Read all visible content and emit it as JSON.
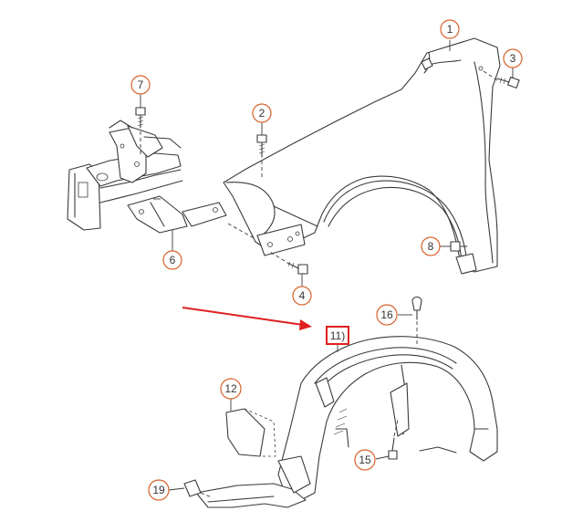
{
  "callouts": [
    {
      "id": "c1",
      "label": "1"
    },
    {
      "id": "c2",
      "label": "2"
    },
    {
      "id": "c3",
      "label": "3"
    },
    {
      "id": "c4",
      "label": "4"
    },
    {
      "id": "c6",
      "label": "6"
    },
    {
      "id": "c7",
      "label": "7"
    },
    {
      "id": "c8",
      "label": "8"
    },
    {
      "id": "c11",
      "label": "11)"
    },
    {
      "id": "c12",
      "label": "12"
    },
    {
      "id": "c15",
      "label": "15"
    },
    {
      "id": "c16",
      "label": "16"
    },
    {
      "id": "c19",
      "label": "19"
    }
  ],
  "highlight": {
    "label": "11)",
    "color": "#e02020"
  },
  "colors": {
    "callout_ring": "#d9602a",
    "arrow": "#e02020",
    "line": "#3a3a3a"
  }
}
